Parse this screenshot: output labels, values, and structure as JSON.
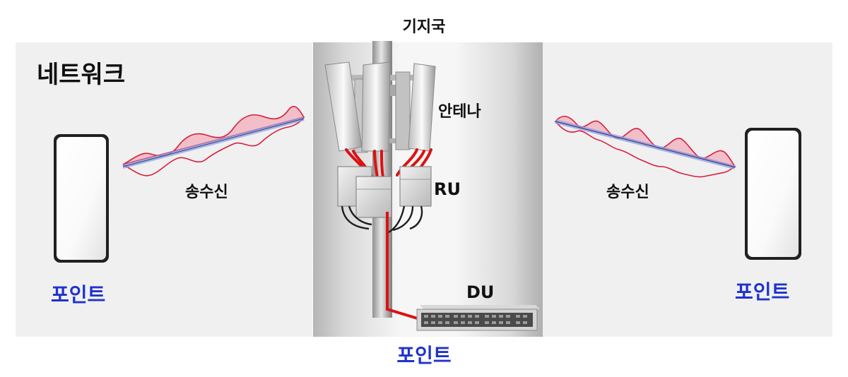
{
  "station_title": "기지국",
  "network_title": "네트워크",
  "antenna_label": "안테나",
  "ru_label": "RU",
  "du_label": "DU",
  "txrx_left": "송수신",
  "txrx_right": "송수신",
  "point_left": "포인트",
  "point_right": "포인트",
  "point_center": "포인트",
  "colors": {
    "point_text": "#1f33cc",
    "cable": "#dd1111",
    "wave_fill": "#f2b3bf",
    "wave_line": "#d81e3c",
    "beam": "#8fa0e0",
    "panel_bg": "#f0f0f0"
  },
  "icons": [
    "smartphone-icon",
    "antenna-panel-icon",
    "radio-unit-icon",
    "server-rack-icon"
  ]
}
